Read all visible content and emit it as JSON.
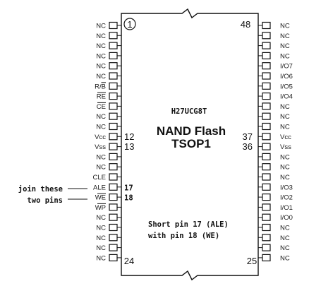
{
  "chip": {
    "part_number": "H27UCG8T",
    "title_line1": "NAND Flash",
    "title_line2": "TSOP1",
    "pin1_marker": "1",
    "corner_numbers": {
      "top_right": "48",
      "bottom_left": "24",
      "bottom_right": "25"
    }
  },
  "left_pins": [
    {
      "label": "NC",
      "overline": false
    },
    {
      "label": "NC",
      "overline": false
    },
    {
      "label": "NC",
      "overline": false
    },
    {
      "label": "NC",
      "overline": false
    },
    {
      "label": "NC",
      "overline": false
    },
    {
      "label": "NC",
      "overline": false
    },
    {
      "label": "R/B",
      "overline": true,
      "overline_part": "B"
    },
    {
      "label": "RE",
      "overline": true
    },
    {
      "label": "CE",
      "overline": true
    },
    {
      "label": "NC",
      "overline": false
    },
    {
      "label": "NC",
      "overline": false
    },
    {
      "label": "Vcc",
      "overline": false,
      "number": "12"
    },
    {
      "label": "Vss",
      "overline": false,
      "number": "13"
    },
    {
      "label": "NC",
      "overline": false
    },
    {
      "label": "NC",
      "overline": false
    },
    {
      "label": "CLE",
      "overline": false
    },
    {
      "label": "ALE",
      "overline": false,
      "number": "17"
    },
    {
      "label": "WE",
      "overline": true,
      "number": "18"
    },
    {
      "label": "WP",
      "overline": true
    },
    {
      "label": "NC",
      "overline": false
    },
    {
      "label": "NC",
      "overline": false
    },
    {
      "label": "NC",
      "overline": false
    },
    {
      "label": "NC",
      "overline": false
    },
    {
      "label": "NC",
      "overline": false
    }
  ],
  "right_pins": [
    {
      "label": "NC"
    },
    {
      "label": "NC"
    },
    {
      "label": "NC"
    },
    {
      "label": "NC"
    },
    {
      "label": "I/O7"
    },
    {
      "label": "I/O6"
    },
    {
      "label": "I/O5"
    },
    {
      "label": "I/O4"
    },
    {
      "label": "NC"
    },
    {
      "label": "NC"
    },
    {
      "label": "NC"
    },
    {
      "label": "Vcc",
      "number": "37"
    },
    {
      "label": "Vss",
      "number": "36"
    },
    {
      "label": "NC"
    },
    {
      "label": "NC"
    },
    {
      "label": "NC"
    },
    {
      "label": "I/O3"
    },
    {
      "label": "I/O2"
    },
    {
      "label": "I/O1"
    },
    {
      "label": "I/O0"
    },
    {
      "label": "NC"
    },
    {
      "label": "NC"
    },
    {
      "label": "NC"
    },
    {
      "label": "NC"
    }
  ],
  "annotations": {
    "join_line1": "join these",
    "join_line2": "two pins",
    "short_line1": "Short pin 17 (ALE)",
    "short_line2": "with pin 18 (WE)"
  }
}
